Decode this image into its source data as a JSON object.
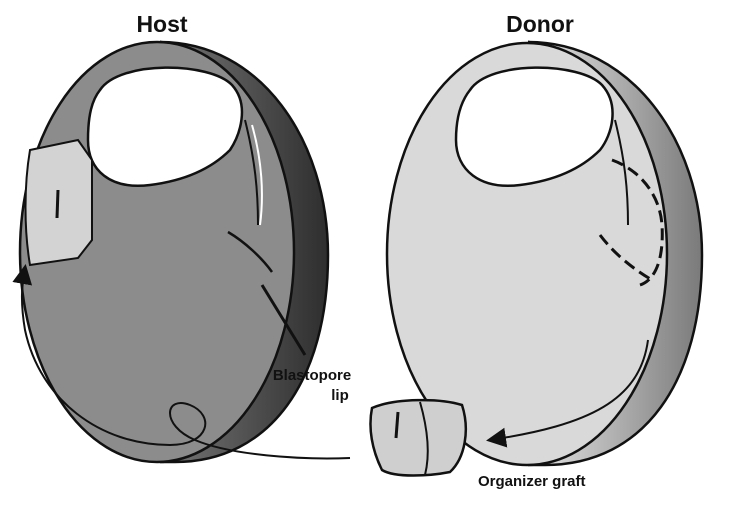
{
  "titles": {
    "host": "Host",
    "donor": "Donor"
  },
  "labels": {
    "blastopore_line1": "Blastopore",
    "blastopore_line2": "lip",
    "organizer_graft": "Organizer graft"
  },
  "colors": {
    "host_face": "#8c8c8c",
    "host_rim": "#4a4a4a",
    "donor_face": "#d9d9d9",
    "donor_rim": "#9a9a9a",
    "patch": "#d3d3d3",
    "outline": "#111111"
  }
}
